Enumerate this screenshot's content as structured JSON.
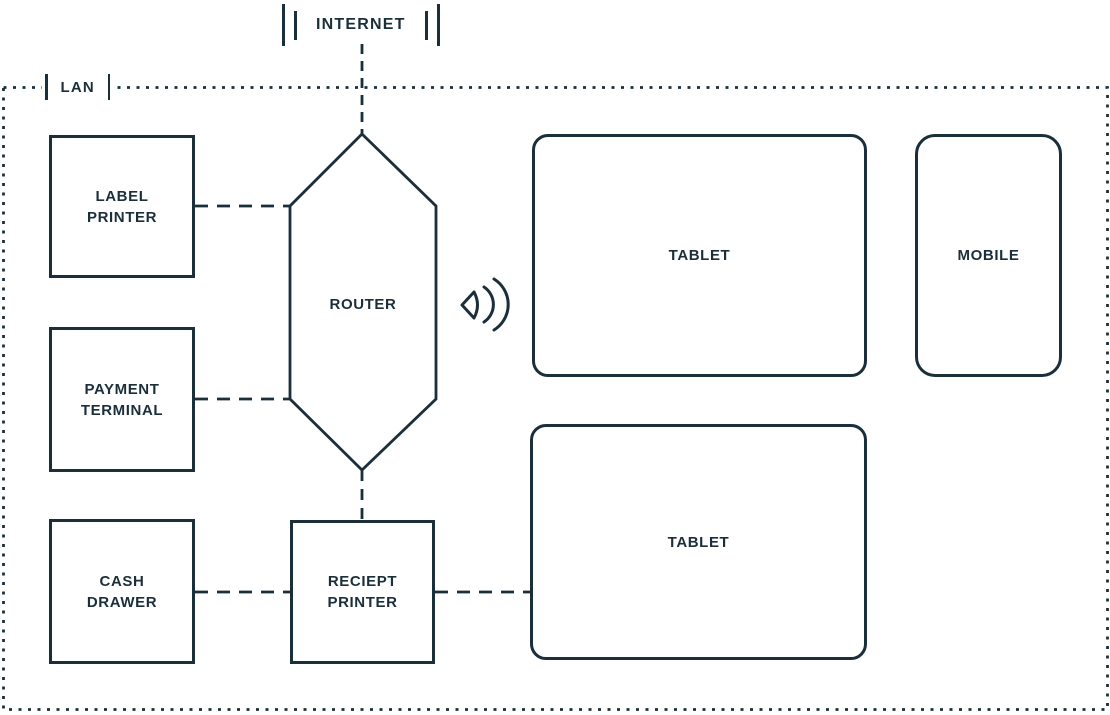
{
  "internet": {
    "label": "INTERNET"
  },
  "lan": {
    "label": "LAN"
  },
  "nodes": {
    "router": {
      "label": "ROUTER",
      "shape": "hexagon"
    },
    "label_printer": {
      "label": "LABEL\nPRINTER",
      "shape": "rect"
    },
    "payment_terminal": {
      "label": "PAYMENT\nTERMINAL",
      "shape": "rect"
    },
    "cash_drawer": {
      "label": "CASH\nDRAWER",
      "shape": "rect"
    },
    "reciept_printer": {
      "label": "RECIEPT\nPRINTER",
      "shape": "rect"
    },
    "tablet_1": {
      "label": "TABLET",
      "shape": "rounded-rect"
    },
    "tablet_2": {
      "label": "TABLET",
      "shape": "rounded-rect"
    },
    "mobile": {
      "label": "MOBILE",
      "shape": "rounded-rect"
    }
  },
  "icons": {
    "wifi": "wifi-signal-icon"
  },
  "colors": {
    "ink": "#1b2f3b",
    "background": "#ffffff"
  },
  "connections": [
    {
      "from": "INTERNET",
      "to": "ROUTER",
      "style": "dashed"
    },
    {
      "from": "LABEL PRINTER",
      "to": "ROUTER",
      "style": "dashed"
    },
    {
      "from": "PAYMENT TERMINAL",
      "to": "ROUTER",
      "style": "dashed"
    },
    {
      "from": "ROUTER",
      "to": "RECIEPT PRINTER",
      "style": "dashed"
    },
    {
      "from": "CASH DRAWER",
      "to": "RECIEPT PRINTER",
      "style": "dashed"
    },
    {
      "from": "RECIEPT PRINTER",
      "to": "TABLET",
      "style": "dashed"
    },
    {
      "from": "ROUTER",
      "to": "TABLET / MOBILE",
      "style": "wireless"
    }
  ]
}
